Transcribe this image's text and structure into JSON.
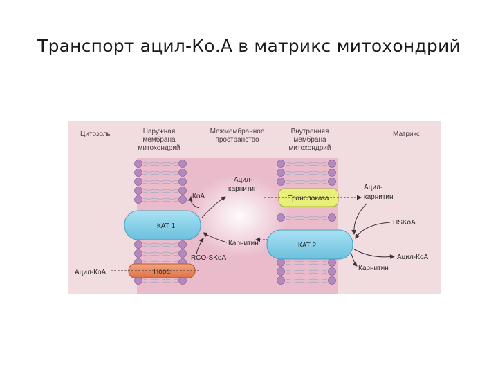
{
  "slide": {
    "title": "Транспорт ацил-Ко.А в матрикс митохондрий"
  },
  "diagram": {
    "headers": {
      "cytosol": "Цитозоль",
      "outer_membrane": [
        "Наружная",
        "мембрана",
        "митохондрий"
      ],
      "intermembrane": [
        "Межмембранное",
        "пространство"
      ],
      "inner_membrane": [
        "Внутренняя",
        "мембрана",
        "митохондрий"
      ],
      "matrix": "Матрикс"
    },
    "proteins": {
      "kat1": "КАТ 1",
      "kat2": "КАТ 2",
      "translocase": "Транслоказа",
      "pore": "Пора"
    },
    "molecules": {
      "koa": "КоА",
      "acyl_carnitine_mid": [
        "Ацил-",
        "карнитин"
      ],
      "carnitine_mid": "Карнитин",
      "rco_skoa": "RCO-SKoA",
      "acyl_koa_left": "Ацил-КоА",
      "acyl_carnitine_right": [
        "Ацил-",
        "карнитин"
      ],
      "hskoa": "HSKoA",
      "carnitine_right": "Карнитин",
      "acyl_koa_right": "Ацил-КоА"
    },
    "colors": {
      "background": "#f1dcdf",
      "intermembrane_band": "#eabccb",
      "lipid_head": "#b489c2",
      "kat_fill": "#8dd3ea",
      "translocase_fill": "#e9f07a",
      "pore_fill": "#eb8a62",
      "arrow": "#3c3038"
    }
  }
}
